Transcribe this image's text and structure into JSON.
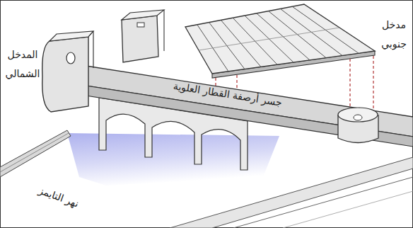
{
  "diagram": {
    "labels": [
      "المدخل الشمالي",
      "مدخل جنوبي",
      "جسر أرصفة القطار العلوية",
      "نهر التايمز"
    ]
  }
}
